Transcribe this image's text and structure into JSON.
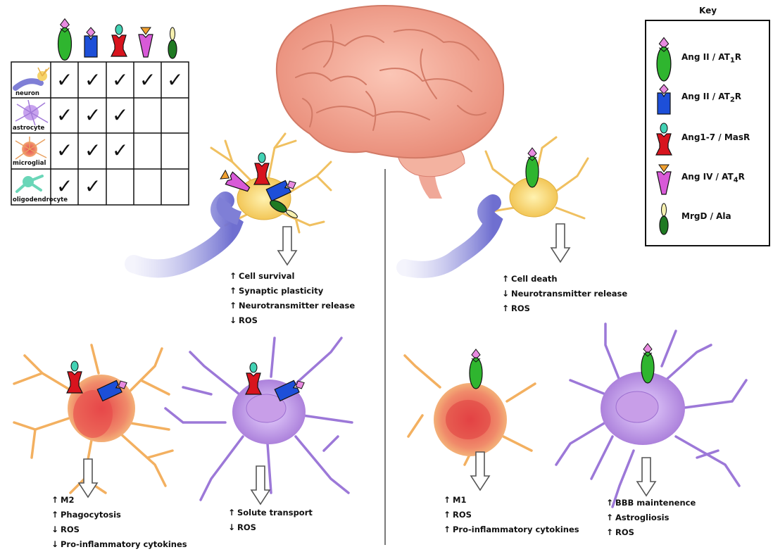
{
  "key": {
    "title": "Key",
    "items": [
      {
        "id": "at1",
        "label": "Ang II / AT",
        "sub": "1",
        "suffix": "R",
        "color": "#2fb52f"
      },
      {
        "id": "at2",
        "label": "Ang II / AT",
        "sub": "2",
        "suffix": "R",
        "color": "#1d4fd8"
      },
      {
        "id": "mas",
        "label": "Ang1-7 / MasR",
        "sub": "",
        "suffix": "",
        "color": "#d8141e"
      },
      {
        "id": "at4",
        "label": "Ang IV / AT",
        "sub": "4",
        "suffix": "R",
        "color": "#d85ad8"
      },
      {
        "id": "mrgd",
        "label": "MrgD / Ala",
        "sub": "",
        "suffix": "",
        "color": "#1f7a22"
      }
    ]
  },
  "table": {
    "rows": [
      {
        "label": "neuron",
        "checks": [
          true,
          true,
          true,
          true,
          true
        ]
      },
      {
        "label": "astrocyte",
        "checks": [
          true,
          true,
          true,
          false,
          false
        ]
      },
      {
        "label": "microglial",
        "checks": [
          true,
          true,
          true,
          false,
          false
        ]
      },
      {
        "label": "oligodendrocyte",
        "checks": [
          true,
          true,
          false,
          false,
          false
        ]
      }
    ],
    "check_symbol": "✓"
  },
  "effects": {
    "neuron_protective": [
      {
        "dir": "↑",
        "text": "Cell survival"
      },
      {
        "dir": "↑",
        "text": "Synaptic plasticity"
      },
      {
        "dir": "↑",
        "text": "Neurotransmitter release"
      },
      {
        "dir": "↓",
        "text": "ROS"
      }
    ],
    "neuron_damaging": [
      {
        "dir": "↑",
        "text": "Cell death"
      },
      {
        "dir": "↓",
        "text": "Neurotransmitter release"
      },
      {
        "dir": "↑",
        "text": "ROS"
      }
    ],
    "microglia_protective": [
      {
        "dir": "↑",
        "text": "M2"
      },
      {
        "dir": "↑",
        "text": "Phagocytosis"
      },
      {
        "dir": "↓",
        "text": "ROS"
      },
      {
        "dir": "↓",
        "text": "Pro-inflammatory cytokines"
      }
    ],
    "astrocyte_protective": [
      {
        "dir": "↑",
        "text": "Solute transport"
      },
      {
        "dir": "↓",
        "text": "ROS"
      }
    ],
    "microglia_damaging": [
      {
        "dir": "↑",
        "text": "M1"
      },
      {
        "dir": "↑",
        "text": "ROS"
      },
      {
        "dir": "↑",
        "text": "Pro-inflammatory cytokines"
      }
    ],
    "astrocyte_damaging": [
      {
        "dir": "↑",
        "text": "BBB maintenence"
      },
      {
        "dir": "↑",
        "text": "Astrogliosis"
      },
      {
        "dir": "↑",
        "text": "ROS"
      }
    ]
  },
  "colors": {
    "at1": "#2fb52f",
    "at2": "#1d4fd8",
    "mas": "#d8141e",
    "at4": "#d85ad8",
    "mrgd": "#1f7a22",
    "brain": "#f2a08e",
    "neuron_body": "#f6d46a",
    "axon": "#7f7fd6",
    "microglia": "#f08a6a",
    "astrocyte": "#b58ae0"
  }
}
